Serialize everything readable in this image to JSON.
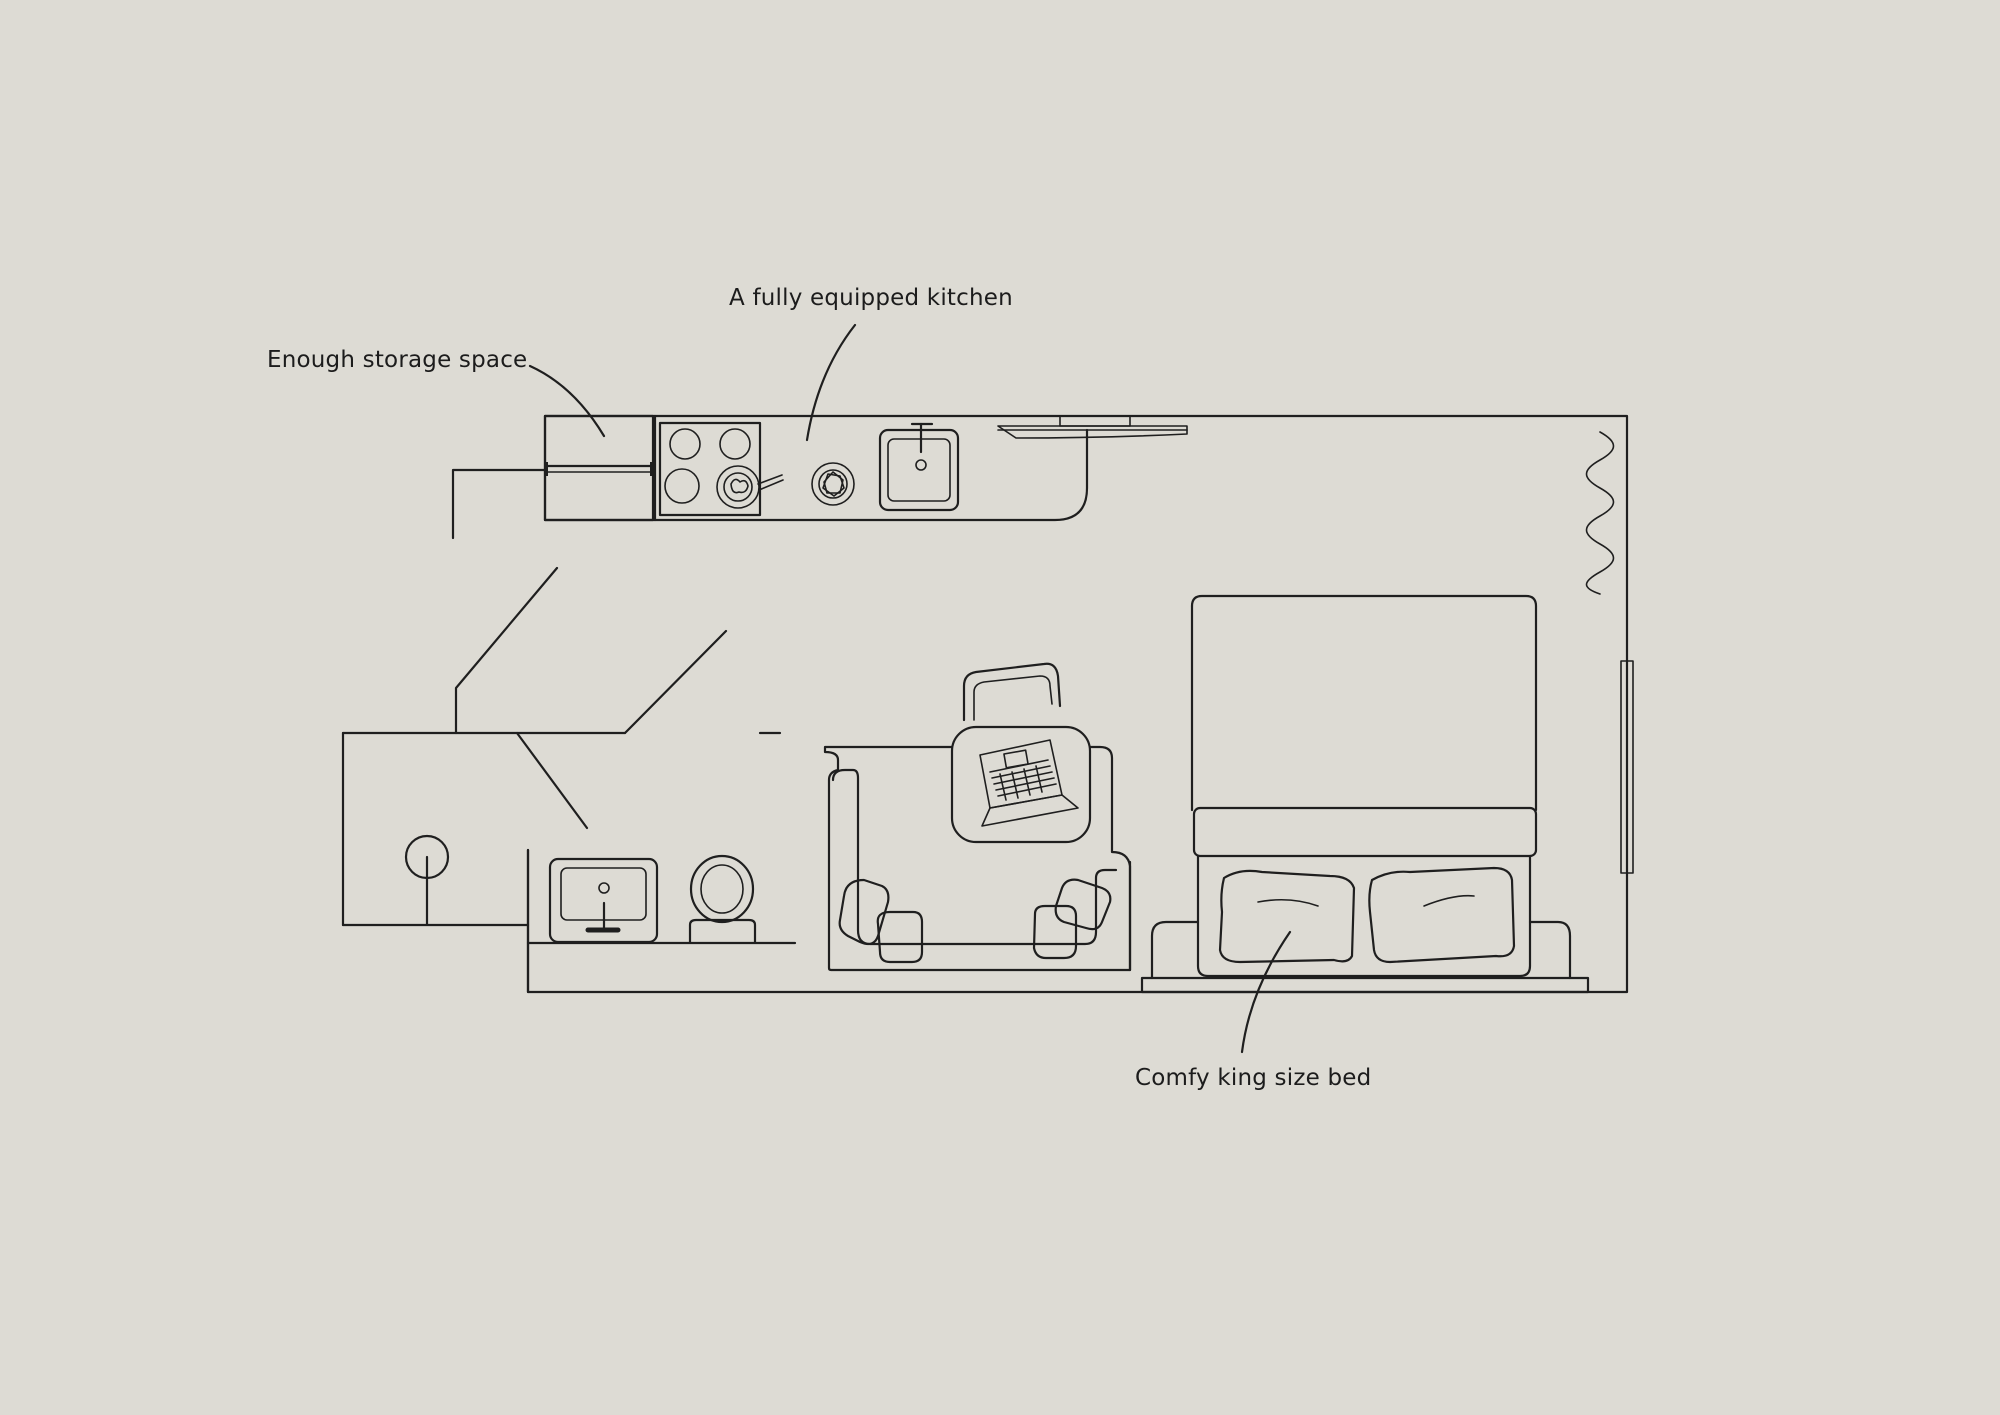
{
  "annotations": {
    "storage": "Enough storage space",
    "kitchen": "A fully equipped kitchen",
    "bed": "Comfy king size bed"
  },
  "colors": {
    "background": "#dddbd4",
    "line": "#1f1f1f"
  }
}
